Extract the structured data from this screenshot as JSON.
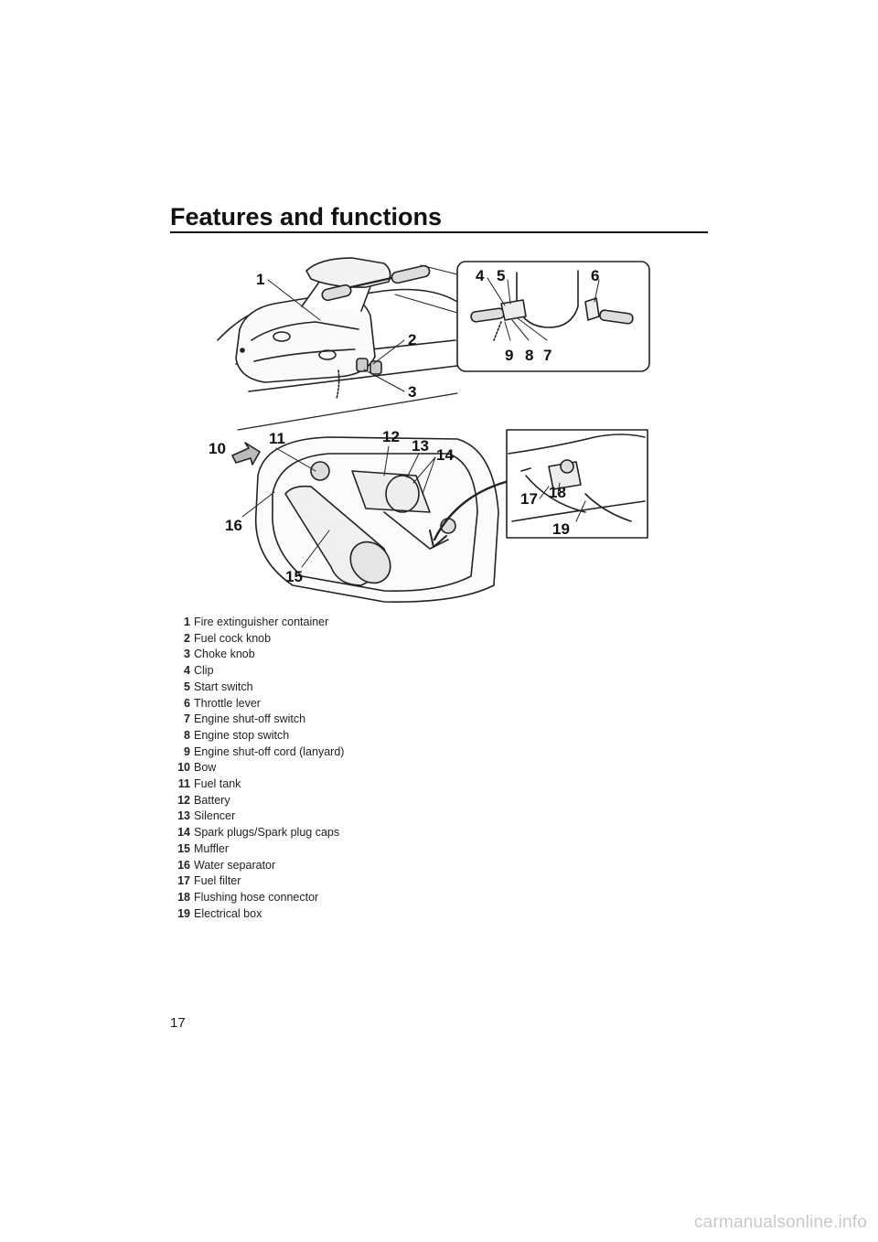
{
  "page": {
    "title": "Features and functions",
    "page_number": "17",
    "watermark": "carmanualsonline.info"
  },
  "figure": {
    "callouts": {
      "c1": "1",
      "c2": "2",
      "c3": "3",
      "c4": "4",
      "c5": "5",
      "c6": "6",
      "c7": "7",
      "c8": "8",
      "c9": "9",
      "c10": "10",
      "c11": "11",
      "c12": "12",
      "c13": "13",
      "c14": "14",
      "c15": "15",
      "c16": "16",
      "c17": "17",
      "c18": "18",
      "c19": "19"
    }
  },
  "legend": [
    {
      "num": "1",
      "text": "Fire extinguisher container"
    },
    {
      "num": "2",
      "text": "Fuel cock knob"
    },
    {
      "num": "3",
      "text": "Choke knob"
    },
    {
      "num": "4",
      "text": "Clip"
    },
    {
      "num": "5",
      "text": "Start switch"
    },
    {
      "num": "6",
      "text": "Throttle lever"
    },
    {
      "num": "7",
      "text": "Engine shut-off switch"
    },
    {
      "num": "8",
      "text": "Engine stop switch"
    },
    {
      "num": "9",
      "text": "Engine shut-off cord (lanyard)"
    },
    {
      "num": "10",
      "text": "Bow"
    },
    {
      "num": "11",
      "text": "Fuel tank"
    },
    {
      "num": "12",
      "text": "Battery"
    },
    {
      "num": "13",
      "text": "Silencer"
    },
    {
      "num": "14",
      "text": "Spark plugs/Spark plug caps"
    },
    {
      "num": "15",
      "text": "Muffler"
    },
    {
      "num": "16",
      "text": "Water separator"
    },
    {
      "num": "17",
      "text": "Fuel filter"
    },
    {
      "num": "18",
      "text": "Flushing hose connector"
    },
    {
      "num": "19",
      "text": "Electrical box"
    }
  ]
}
